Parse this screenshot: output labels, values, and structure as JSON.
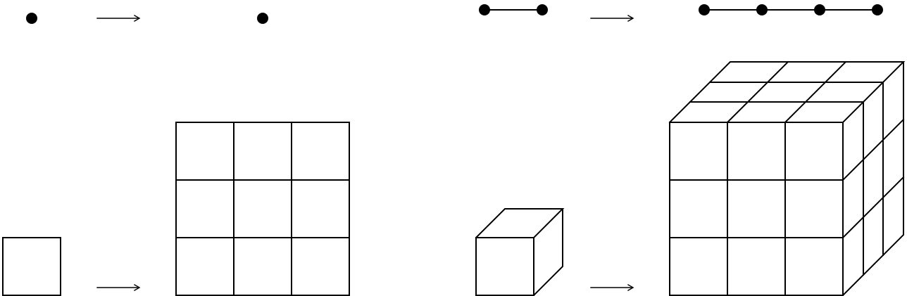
{
  "diagram": {
    "colors": {
      "stroke": "#000000",
      "background": "#ffffff"
    },
    "panels": [
      {
        "id": "point",
        "dimension": 0,
        "before_units": 1,
        "after_units": 1
      },
      {
        "id": "segment",
        "dimension": 1,
        "before_units": 1,
        "after_units": 3
      },
      {
        "id": "square",
        "dimension": 2,
        "before_units": 1,
        "after_units": 9
      },
      {
        "id": "cube",
        "dimension": 3,
        "before_units": 1,
        "after_units": 27
      }
    ],
    "scale_factor": 3,
    "arrow_icon": "long-right-arrow-icon"
  }
}
